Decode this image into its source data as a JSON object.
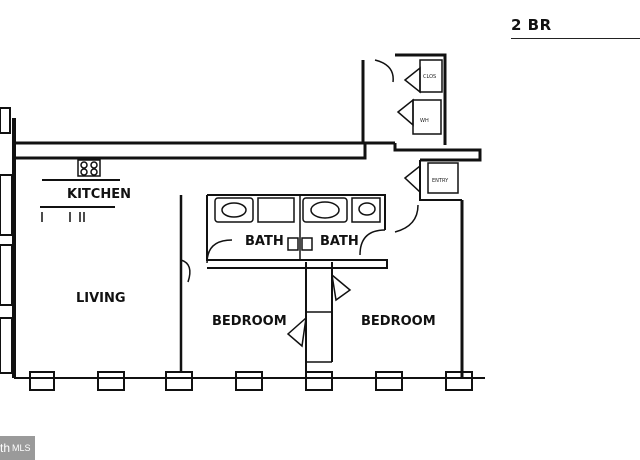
{
  "header": {
    "unit_type": "2 BR"
  },
  "rooms": {
    "kitchen": "KITCHEN",
    "living": "LIVING",
    "bath_left": "BATH",
    "bath_right": "BATH",
    "bedroom_left": "BEDROOM",
    "bedroom_right": "BEDROOM"
  },
  "closets": {
    "upper": "CLOS",
    "wh": "WH",
    "lower": "ENTRY"
  },
  "watermark": {
    "left": "th",
    "right": "MLS"
  }
}
